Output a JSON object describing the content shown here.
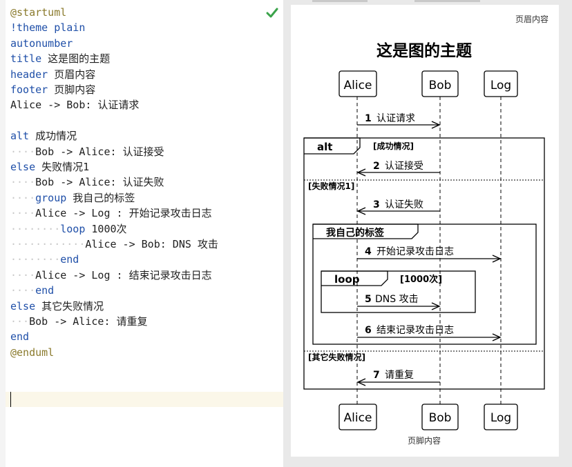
{
  "editor": {
    "lines": [
      [
        {
          "t": "@startuml",
          "c": "directive"
        }
      ],
      [
        {
          "t": "!theme plain",
          "c": "keyword"
        }
      ],
      [
        {
          "t": "autonumber",
          "c": "keyword"
        }
      ],
      [
        {
          "t": "title",
          "c": "keyword"
        },
        {
          "t": " 这是图的主题",
          "c": "plain"
        }
      ],
      [
        {
          "t": "header",
          "c": "keyword"
        },
        {
          "t": " 页眉内容",
          "c": "plain"
        }
      ],
      [
        {
          "t": "footer",
          "c": "keyword"
        },
        {
          "t": " 页脚内容",
          "c": "plain"
        }
      ],
      [
        {
          "t": "Alice -> Bob: 认证请求",
          "c": "plain"
        }
      ],
      [],
      [
        {
          "t": "alt",
          "c": "keyword"
        },
        {
          "t": " 成功情况",
          "c": "plain"
        }
      ],
      [
        {
          "t": "    ",
          "c": "ws"
        },
        {
          "t": "Bob -> Alice: 认证接受",
          "c": "plain"
        }
      ],
      [
        {
          "t": "else",
          "c": "keyword"
        },
        {
          "t": " 失败情况1",
          "c": "plain"
        }
      ],
      [
        {
          "t": "    ",
          "c": "ws"
        },
        {
          "t": "Bob -> Alice: 认证失败",
          "c": "plain"
        }
      ],
      [
        {
          "t": "    ",
          "c": "ws"
        },
        {
          "t": "group",
          "c": "keyword"
        },
        {
          "t": " 我自己的标签",
          "c": "plain"
        }
      ],
      [
        {
          "t": "    ",
          "c": "ws"
        },
        {
          "t": "Alice -> Log : 开始记录攻击日志",
          "c": "plain"
        }
      ],
      [
        {
          "t": "        ",
          "c": "ws"
        },
        {
          "t": "loop",
          "c": "keyword"
        },
        {
          "t": " 1000次",
          "c": "plain"
        }
      ],
      [
        {
          "t": "            ",
          "c": "ws"
        },
        {
          "t": "Alice -> Bob: DNS 攻击",
          "c": "plain"
        }
      ],
      [
        {
          "t": "        ",
          "c": "ws"
        },
        {
          "t": "end",
          "c": "keyword"
        }
      ],
      [
        {
          "t": "    ",
          "c": "ws"
        },
        {
          "t": "Alice -> Log : 结束记录攻击日志",
          "c": "plain"
        }
      ],
      [
        {
          "t": "    ",
          "c": "ws"
        },
        {
          "t": "end",
          "c": "keyword"
        }
      ],
      [
        {
          "t": "else",
          "c": "keyword"
        },
        {
          "t": " 其它失败情况",
          "c": "plain"
        }
      ],
      [
        {
          "t": "   ",
          "c": "ws"
        },
        {
          "t": "Bob -> Alice: 请重复",
          "c": "plain"
        }
      ],
      [
        {
          "t": "end",
          "c": "keyword"
        }
      ],
      [
        {
          "t": "@enduml",
          "c": "directive"
        }
      ]
    ],
    "status_icon": "checkmark-icon",
    "status_color": "#3aa34a"
  },
  "diagram": {
    "header": "页眉内容",
    "title": "这是图的主题",
    "footer": "页脚内容",
    "participants": [
      "Alice",
      "Bob",
      "Log"
    ],
    "messages": [
      {
        "n": "1",
        "text": "认证请求"
      },
      {
        "n": "2",
        "text": "认证接受"
      },
      {
        "n": "3",
        "text": "认证失败"
      },
      {
        "n": "4",
        "text": "开始记录攻击日志"
      },
      {
        "n": "5",
        "text": "DNS 攻击"
      },
      {
        "n": "6",
        "text": "结束记录攻击日志"
      },
      {
        "n": "7",
        "text": "请重复"
      }
    ],
    "alt_label": "alt",
    "alt_guard": "[成功情况]",
    "else1_guard": "[失败情况1]",
    "group_label": "我自己的标签",
    "loop_label": "loop",
    "loop_guard": "[1000次]",
    "else2_guard": "[其它失败情况]"
  }
}
